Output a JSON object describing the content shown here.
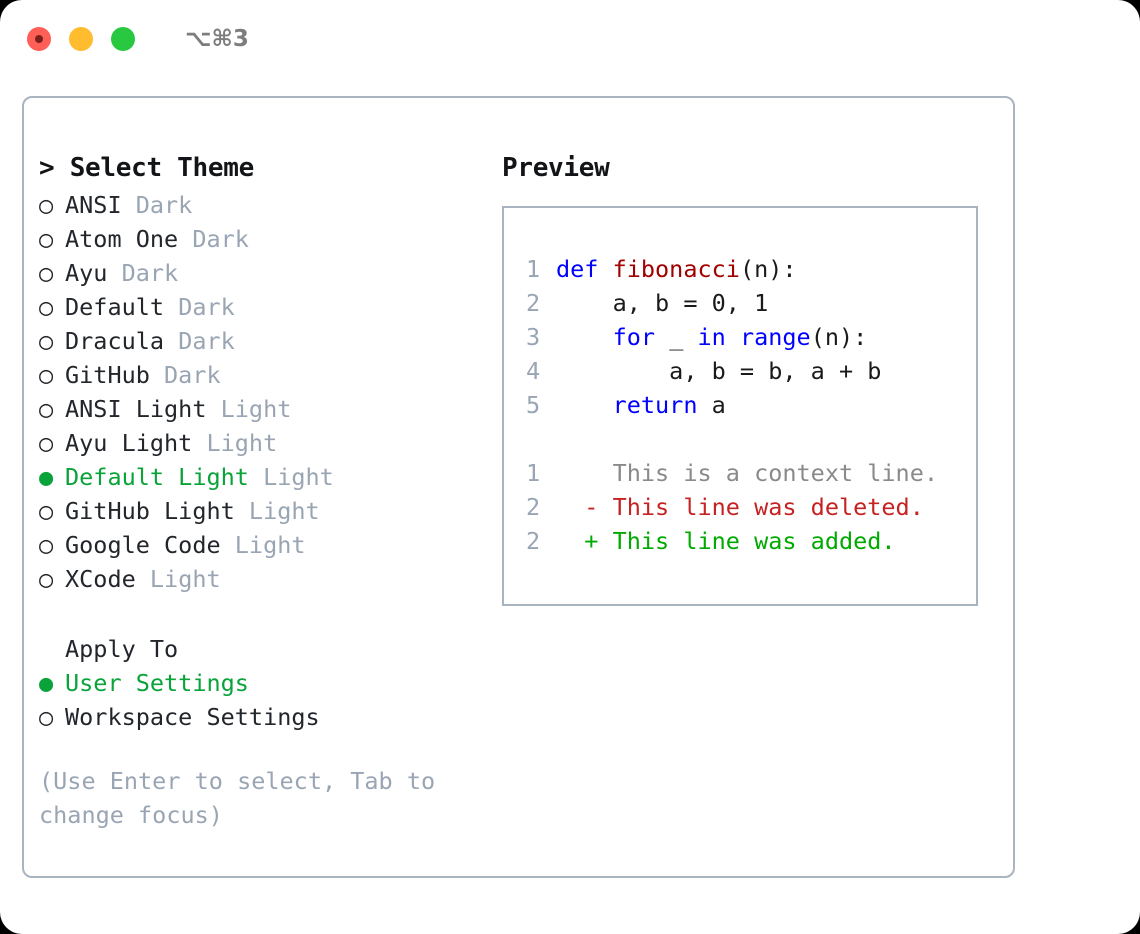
{
  "titlebar": {
    "shortcut": "⌥⌘3",
    "buttons": [
      {
        "name": "close",
        "color": "#ff5f57"
      },
      {
        "name": "minimize",
        "color": "#febc2e"
      },
      {
        "name": "maximize",
        "color": "#28c840"
      }
    ]
  },
  "colors": {
    "accent_green": "#0aa33a",
    "muted": "#9aa5b4",
    "border": "#aab3c0",
    "keyword_blue": "#0000ff",
    "function_red": "#a00000",
    "diff_deleted": "#c62222",
    "diff_added": "#00aa00",
    "text": "#22262b"
  },
  "theme_list": {
    "header": "> Select Theme",
    "items": [
      {
        "bullet": "○",
        "label": "ANSI",
        "variant": "Dark",
        "selected": false
      },
      {
        "bullet": "○",
        "label": "Atom One",
        "variant": "Dark",
        "selected": false
      },
      {
        "bullet": "○",
        "label": "Ayu",
        "variant": "Dark",
        "selected": false
      },
      {
        "bullet": "○",
        "label": "Default",
        "variant": "Dark",
        "selected": false
      },
      {
        "bullet": "○",
        "label": "Dracula",
        "variant": "Dark",
        "selected": false
      },
      {
        "bullet": "○",
        "label": "GitHub",
        "variant": "Dark",
        "selected": false
      },
      {
        "bullet": "○",
        "label": "ANSI Light",
        "variant": "Light",
        "selected": false
      },
      {
        "bullet": "○",
        "label": "Ayu Light",
        "variant": "Light",
        "selected": false
      },
      {
        "bullet": "●",
        "label": "Default Light",
        "variant": "Light",
        "selected": true
      },
      {
        "bullet": "○",
        "label": "GitHub Light",
        "variant": "Light",
        "selected": false
      },
      {
        "bullet": "○",
        "label": "Google Code",
        "variant": "Light",
        "selected": false
      },
      {
        "bullet": "○",
        "label": "XCode",
        "variant": "Light",
        "selected": false
      }
    ]
  },
  "apply_to": {
    "title": "Apply To",
    "items": [
      {
        "bullet": "●",
        "label": "User Settings",
        "selected": true
      },
      {
        "bullet": "○",
        "label": "Workspace Settings",
        "selected": false
      }
    ]
  },
  "hint": "(Use Enter to select, Tab to\nchange focus)",
  "preview": {
    "title": "Preview",
    "code_lines": [
      {
        "num": "1",
        "segments": [
          {
            "text": "def ",
            "style": "kw"
          },
          {
            "text": "fibonacci",
            "style": "fn"
          },
          {
            "text": "(n):",
            "style": "plain"
          }
        ]
      },
      {
        "num": "2",
        "segments": [
          {
            "text": "    a, b = 0, 1",
            "style": "plain"
          }
        ]
      },
      {
        "num": "3",
        "segments": [
          {
            "text": "    ",
            "style": "plain"
          },
          {
            "text": "for",
            "style": "kw"
          },
          {
            "text": " _ ",
            "style": "plain"
          },
          {
            "text": "in ",
            "style": "kw"
          },
          {
            "text": "range",
            "style": "kw"
          },
          {
            "text": "(n):",
            "style": "plain"
          }
        ]
      },
      {
        "num": "4",
        "segments": [
          {
            "text": "        a, b = b, a + b",
            "style": "plain"
          }
        ]
      },
      {
        "num": "5",
        "segments": [
          {
            "text": "    ",
            "style": "plain"
          },
          {
            "text": "return",
            "style": "kw"
          },
          {
            "text": " a",
            "style": "plain"
          }
        ]
      }
    ],
    "diff_lines": [
      {
        "num": "1",
        "marker": "  ",
        "text": "This is a context line.",
        "style": "ctx"
      },
      {
        "num": "2",
        "marker": "- ",
        "text": "This line was deleted.",
        "style": "del"
      },
      {
        "num": "2",
        "marker": "+ ",
        "text": "This line was added.",
        "style": "add"
      }
    ]
  }
}
